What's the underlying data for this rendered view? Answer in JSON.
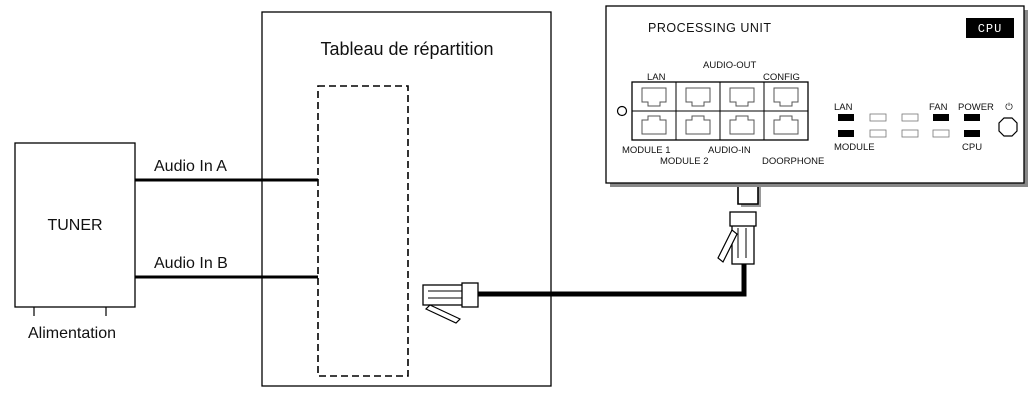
{
  "tuner": {
    "label": "TUNER",
    "power_label": "Alimentation"
  },
  "audio_lines": {
    "a_label": "Audio In A",
    "b_label": "Audio In B"
  },
  "patch_panel": {
    "title": "Tableau de répartition"
  },
  "processing_unit": {
    "title": "PROCESSING UNIT",
    "cpu_badge": "CPU",
    "ports": {
      "lan": "LAN",
      "audio_out": "AUDIO-OUT",
      "config": "CONFIG",
      "module1": "MODULE 1",
      "module2": "MODULE 2",
      "audio_in": "AUDIO-IN",
      "doorphone": "DOORPHONE"
    },
    "indicators": {
      "lan": "LAN",
      "fan": "FAN",
      "power": "POWER",
      "module": "MODULE",
      "cpu": "CPU"
    }
  }
}
